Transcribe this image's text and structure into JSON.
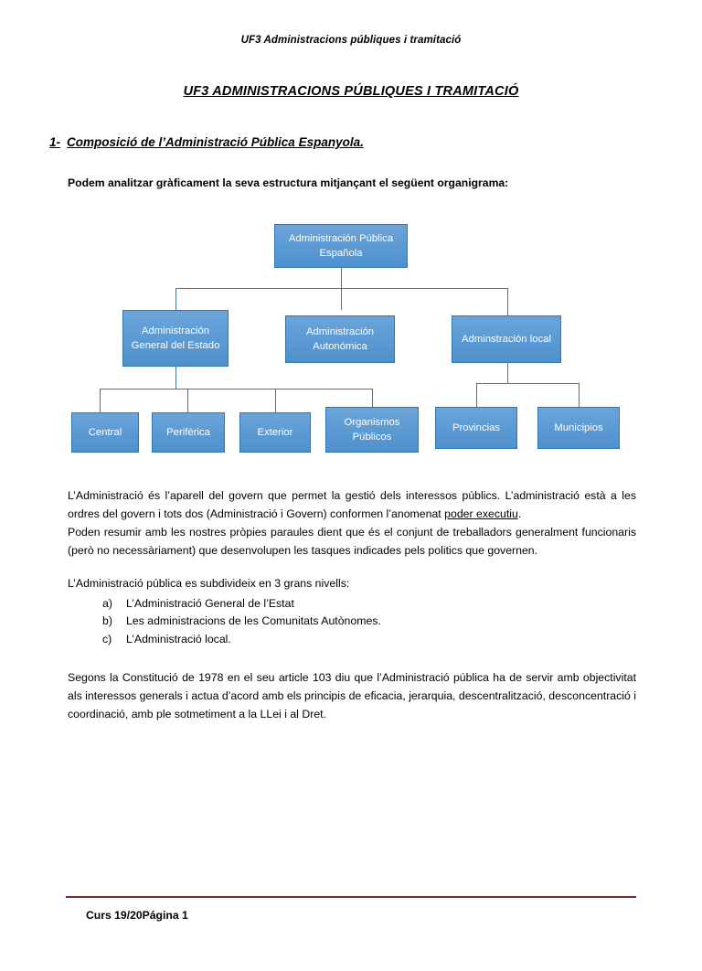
{
  "header": {
    "running_head": "UF3 Administracions públiques i tramitació"
  },
  "title": "UF3 ADMINISTRACIONS PÚBLIQUES I TRAMITACIÓ",
  "section": {
    "number": "1-",
    "heading": "Composició de l’Administració Pública Espanyola."
  },
  "intro": "Podem analitzar gràficament la seva estructura mitjançant el següent organigrama:",
  "diagram": {
    "level1": "Administración Pública Española",
    "level2": [
      "Administración General del Estado",
      "Administración Autonómica",
      "Adminstración local"
    ],
    "level3_left": [
      "Central",
      "Periférica",
      "Exterior",
      "Organismos Públicos"
    ],
    "level3_right": [
      "Provincias",
      "Municipios"
    ],
    "node_color": "#5b9bd5",
    "line_color": "#41719c"
  },
  "body": {
    "p1_a": "L’Administració és l’aparell del govern que permet la gestió dels interessos públics.  L’administració està a les ordres del govern i tots dos (Administració i Govern)  conformen l’anomenat ",
    "p1_underlined": "poder executiu",
    "p1_b": ".",
    "p2": "Poden resumir amb les nostres pròpies paraules dient que és el conjunt de treballadors generalment funcionaris (però no necessàriament) que desenvolupen les tasques indicades pels politics que governen.",
    "p3": "L’Administració pública es subdivideix en 3 grans nivells:",
    "list": [
      {
        "marker": "a)",
        "text": "L’Administració General de l’Estat"
      },
      {
        "marker": "b)",
        "text": "Les administracions de les Comunitats Autònomes."
      },
      {
        "marker": "c)",
        "text": "L’Administració local."
      }
    ],
    "p4": "Segons la Constitució de 1978 en el seu article 103 diu que l’Administració pública ha de servir amb objectivitat als interessos generals i actua d’acord amb els principis de eficacia, jerarquia, descentralització, desconcentració i coordinació, amb ple sotmetiment a la LLei i al Dret."
  },
  "footer": {
    "text": "Curs 19/20Página 1"
  }
}
